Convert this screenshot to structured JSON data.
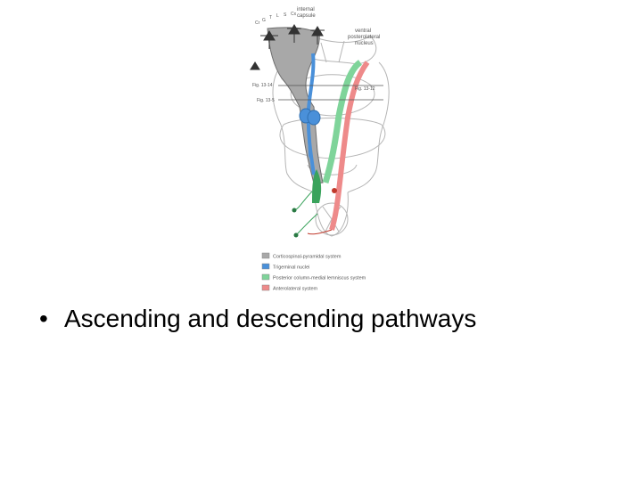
{
  "figure": {
    "labels": {
      "internal_capsule": [
        "internal",
        "capsule"
      ],
      "vpl": [
        "ventral",
        "posterolateral",
        "nucleus"
      ],
      "body_map": [
        "Cr",
        "G",
        "T",
        "L",
        "S",
        "Cx"
      ],
      "fig_refs": [
        "Fig. 13-14",
        "Fig. 13-12",
        "Fig. 13-5"
      ]
    },
    "legend": [
      {
        "text": "Corticospinal-pyramidal system",
        "color": "#a8a8a8"
      },
      {
        "text": "Trigeminal nuclei",
        "color": "#4a90d9"
      },
      {
        "text": "Posterior column-medial lemniscus system",
        "color": "#7fd49a"
      },
      {
        "text": "Anterolateral system",
        "color": "#ee8a8a"
      }
    ]
  },
  "slide": {
    "bullet_symbol": "•",
    "bullet_text": "Ascending and descending pathways"
  }
}
